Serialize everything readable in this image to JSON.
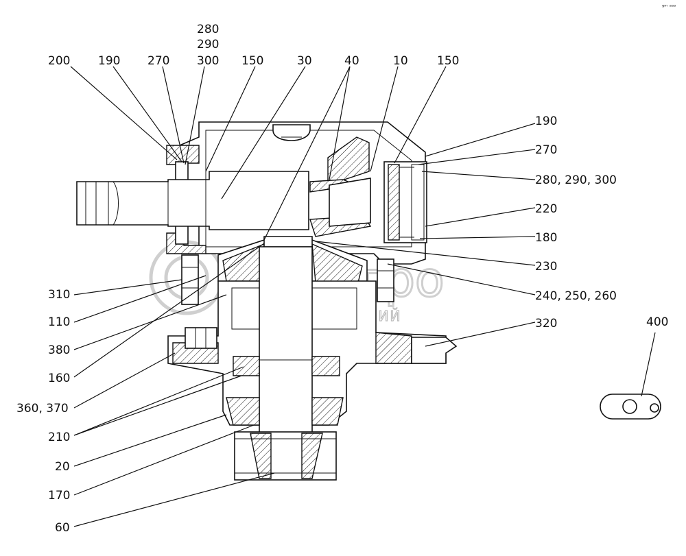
{
  "corner_mark": "ᵍᵐ ᵃᵃᵃ",
  "watermark": {
    "brand": "БелАгро",
    "subtitle": "ГРУППА КОМПАНИЙ"
  },
  "callouts": {
    "c280_top": "280",
    "c290_top": "290",
    "c300_top": "300",
    "c200": "200",
    "c190_top": "190",
    "c270_top": "270",
    "c150_left": "150",
    "c30": "30",
    "c40": "40",
    "c10": "10",
    "c150_right": "150",
    "c190_right": "190",
    "c270_right": "270",
    "c280_290_300": "280, 290, 300",
    "c220": "220",
    "c180": "180",
    "c230": "230",
    "c240_250_260": "240, 250, 260",
    "c320": "320",
    "c400": "400",
    "c310": "310",
    "c110": "110",
    "c380": "380",
    "c160": "160",
    "c360_370": "360, 370",
    "c210": "210",
    "c20": "20",
    "c170": "170",
    "c60": "60"
  }
}
